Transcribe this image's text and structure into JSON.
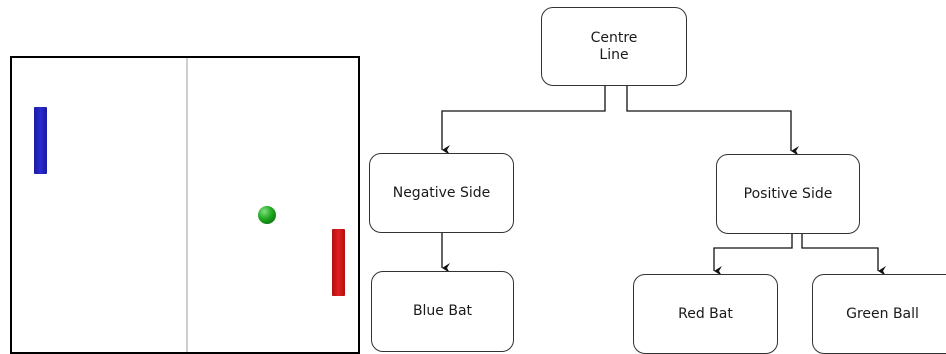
{
  "diagram": {
    "nodes": {
      "centre_line": "Centre\nLine",
      "negative_side": "Negative Side",
      "positive_side": "Positive Side",
      "blue_bat": "Blue Bat",
      "red_bat": "Red Bat",
      "green_ball": "Green Ball"
    }
  },
  "colors": {
    "blue_bat": "#2a2ad0",
    "red_bat": "#e02020",
    "ball": "#1fa81f",
    "centre_line": "#cfcfcf"
  }
}
